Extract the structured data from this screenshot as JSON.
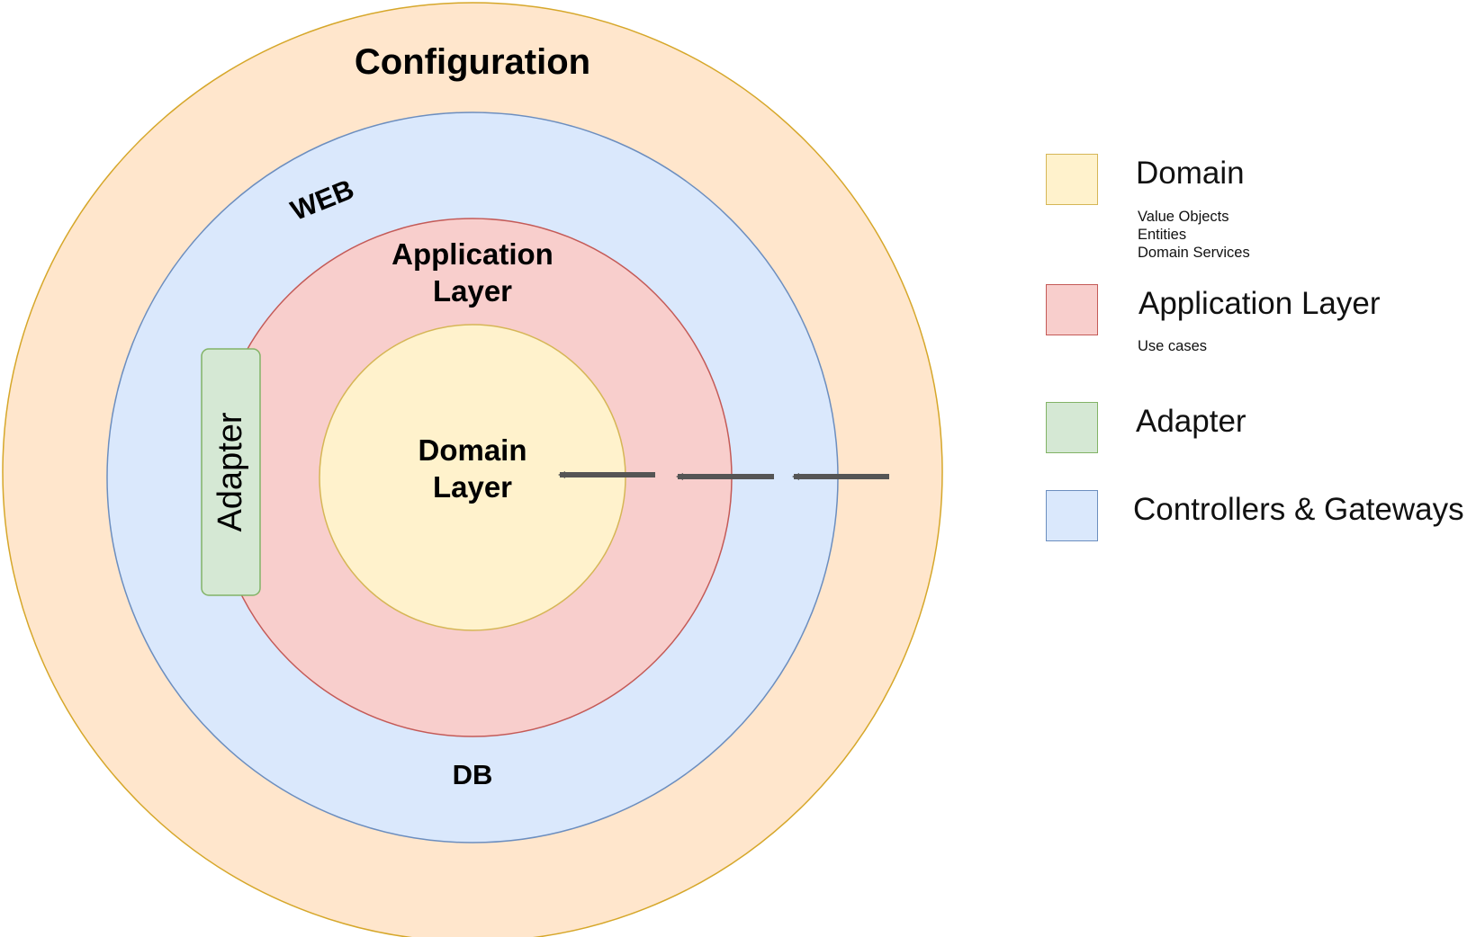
{
  "rings": {
    "configuration": {
      "label": "Configuration",
      "fill": "#ffe6cc",
      "stroke": "#d6a72a"
    },
    "controllers": {
      "label_top": "WEB",
      "label_bottom": "DB",
      "fill": "#dae8fc",
      "stroke": "#6c8ebf"
    },
    "application": {
      "label_line1": "Application",
      "label_line2": "Layer",
      "fill": "#f8cecc",
      "stroke": "#c45a57"
    },
    "domain": {
      "label_line1": "Domain",
      "label_line2": "Layer",
      "fill": "#fff2cc",
      "stroke": "#d6b656"
    }
  },
  "adapter": {
    "label": "Adapter",
    "fill": "#d5e8d4",
    "stroke": "#82b366"
  },
  "arrows": {
    "color": "#555555",
    "count": 3,
    "direction": "inward"
  },
  "legend": [
    {
      "key": "domain",
      "title": "Domain",
      "items": [
        "Value Objects",
        "Entities",
        "Domain Services"
      ],
      "fill": "#fff2cc",
      "stroke": "#d6b656"
    },
    {
      "key": "application",
      "title": "Application Layer",
      "items": [
        "Use cases"
      ],
      "fill": "#f8cecc",
      "stroke": "#c45a57"
    },
    {
      "key": "adapter",
      "title": "Adapter",
      "items": [],
      "fill": "#d5e8d4",
      "stroke": "#82b366"
    },
    {
      "key": "controllers",
      "title": "Controllers & Gateways",
      "items": [],
      "fill": "#dae8fc",
      "stroke": "#6c8ebf"
    }
  ]
}
